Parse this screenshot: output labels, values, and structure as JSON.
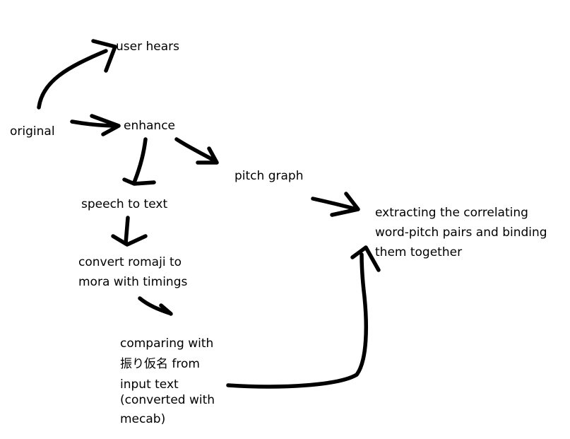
{
  "diagram": {
    "background": "#ffffff",
    "stroke_color": "#000000",
    "nodes": {
      "original": "original",
      "user_hears": "user hears",
      "enhance": "enhance",
      "pitch_graph": "pitch graph",
      "speech_to_text": "speech to text",
      "convert": [
        "convert romaji to",
        "mora with timings"
      ],
      "extract": [
        "extracting the correlating",
        "word-pitch pairs and binding",
        "them together"
      ],
      "compare": [
        "comparing with",
        "振り仮名 from",
        "input text",
        "(converted with",
        "mecab)"
      ]
    }
  }
}
